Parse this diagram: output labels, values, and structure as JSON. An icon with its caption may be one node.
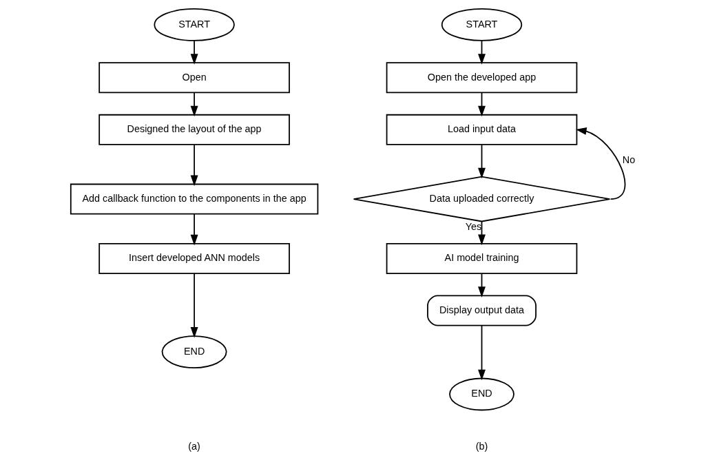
{
  "diagram": {
    "nodes": [
      {
        "text": [
          "START"
        ]
      },
      {
        "text": [
          "Open"
        ]
      },
      {
        "text": [
          "Designed the layout of the app"
        ]
      },
      {
        "text": [
          "Add callback function to the components in the app"
        ]
      },
      {
        "text": [
          "Insert developed ANN models"
        ]
      },
      {
        "text": [
          "END"
        ]
      },
      {
        "text": [
          "START"
        ]
      },
      {
        "text": [
          "Open the developed app"
        ]
      },
      {
        "text": [
          "Load input data"
        ]
      },
      {
        "text": [
          "Data uploaded correctly"
        ]
      },
      {
        "text": [
          "AI model training"
        ]
      },
      {
        "text": [
          "Display output data"
        ]
      },
      {
        "text": [
          "END"
        ]
      }
    ],
    "edges": [
      {
        "from": 0,
        "to": 1,
        "arrow": "to"
      },
      {
        "from": 1,
        "to": 2,
        "arrow": "to"
      },
      {
        "from": 2,
        "to": 3,
        "arrow": "to"
      },
      {
        "from": 3,
        "to": 4,
        "arrow": "to"
      },
      {
        "from": 4,
        "to": 5,
        "arrow": "to"
      },
      {
        "from": 6,
        "to": 7,
        "arrow": "to"
      },
      {
        "from": 7,
        "to": 8,
        "arrow": "to"
      },
      {
        "from": 8,
        "to": 9,
        "arrow": "to"
      },
      {
        "from": 9,
        "to": 10,
        "arrow": "to",
        "label": "Yes"
      },
      {
        "from": 9,
        "to": 8,
        "arrow": "to",
        "label": "No"
      },
      {
        "from": 10,
        "to": 11,
        "arrow": "to"
      },
      {
        "from": 11,
        "to": 12,
        "arrow": "to"
      }
    ],
    "labels": [
      "(a)",
      "(b)"
    ]
  }
}
